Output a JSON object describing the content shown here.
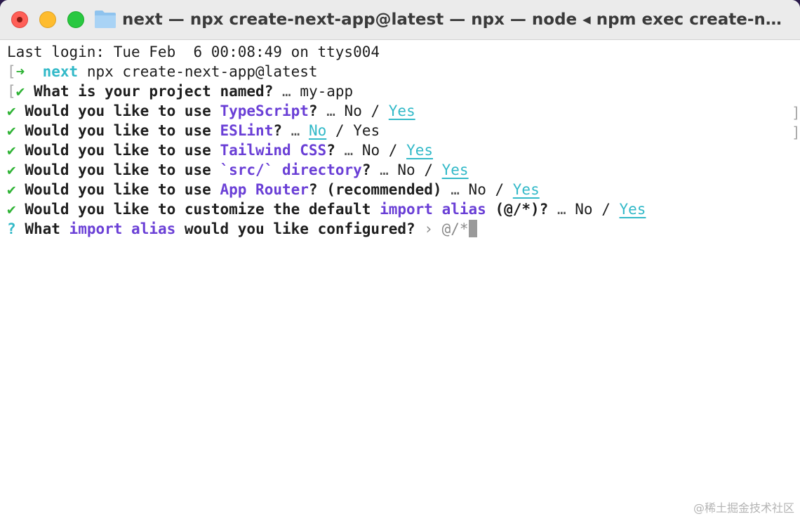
{
  "window": {
    "title": "next — npx create-next-app@latest — npx — node ◂ npm exec create-next..."
  },
  "terminal": {
    "last_login": "Last login: Tue Feb  6 00:08:49 on ttys004",
    "prompt": {
      "arrow": "➜",
      "dir": "next",
      "command": "npx create-next-app@latest"
    },
    "check": "✔",
    "ellipsis": "…",
    "slash": " / ",
    "opt_no": "No",
    "opt_yes": "Yes",
    "q1": {
      "text": "What is your project named?",
      "answer": "my-app"
    },
    "would_use": "Would you like to use",
    "q2": {
      "highlight": "TypeScript"
    },
    "q3": {
      "highlight": "ESLint"
    },
    "q4": {
      "highlight": "Tailwind CSS"
    },
    "q5": {
      "highlight": "`src/` directory"
    },
    "q6": {
      "highlight": "App Router",
      "suffix": "? (recommended)"
    },
    "q7": {
      "prefix": "Would you like to customize the default",
      "highlight": "import alias",
      "suffix": "(@/*)?"
    },
    "q8": {
      "mark": "?",
      "prefix": "What",
      "highlight": "import alias",
      "suffix": "would you like configured?",
      "chevron": "›",
      "input": "@/*"
    }
  },
  "watermark": "@稀土掘金技术社区",
  "colors": {
    "check_green": "#2fb335",
    "cyan": "#32b9c8",
    "purple": "#6a3fd6"
  }
}
